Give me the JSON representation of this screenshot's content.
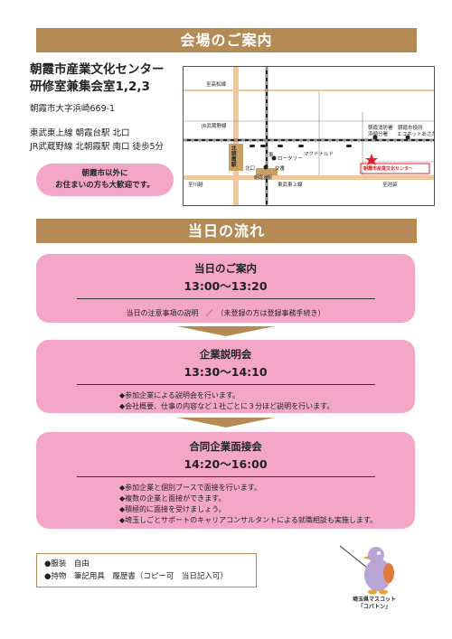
{
  "venue_section": {
    "heading": "会場のご案内",
    "name_line1": "朝霞市産業文化センター",
    "name_line2": "研修室兼集会室1,2,3",
    "address": "朝霞市大字浜崎669-1",
    "access_line1": "東武東上線 朝霞台駅 北口",
    "access_line2": "JR武蔵野線 北朝霞駅 南口 徒歩5分",
    "welcome_line1": "朝霞市以外に",
    "welcome_line2": "お住まいの方も大歓迎です。"
  },
  "map": {
    "labels": {
      "road_top": "至高松線",
      "jr_line": "JR武蔵野線",
      "kita_asaka": "北朝霞駅",
      "east_label": "東",
      "rotary": "ロータリー",
      "mcdonalds": "マクドナルド",
      "north_exit": "北口",
      "koban": "交番",
      "asakadai": "朝霞台駅",
      "tobu_line": "東武東上線",
      "road_left": "至川越",
      "road_right": "至池袋",
      "fire_station": "朝霞消防署",
      "fire_branch": "浜崎分署",
      "water": "朝霞市役所",
      "ecotown": "エコネットあさか",
      "venue": "朝霞市産業文化センター"
    },
    "colors": {
      "road": "#f0c8a0",
      "station": "#c9a063",
      "star": "#e0202a"
    }
  },
  "flow_section": {
    "heading": "当日の流れ",
    "steps": [
      {
        "title": "当日のご案内",
        "time": "13:00〜13:20",
        "note": "当日の注意事項の説明　／　（未登録の方は登録事務手続き）"
      },
      {
        "title": "企業説明会",
        "time": "13:30〜14:10",
        "lines": [
          "◆参加企業による説明会を行います。",
          "◆会社概要、仕事の内容など１社ごとに３分ほど説明を行います。"
        ]
      },
      {
        "title": "合同企業面接会",
        "time": "14:20〜16:00",
        "lines": [
          "◆参加企業と個別ブースで面接を行います。",
          "◆複数の企業と面接ができます。",
          "◆積極的に面接を受けましょう。",
          "◆埼玉しごとサポートのキャリアコンサルタントによる就職相談も実施します。"
        ]
      }
    ]
  },
  "belongings": {
    "line1": "●服装　自由",
    "line2": "●持物　筆記用具　履歴書（コピー可　当日記入可）"
  },
  "mascot": {
    "label1": "埼玉県マスコット",
    "label2": "「コバトン」"
  },
  "colors": {
    "band": "#b48a55",
    "pink": "#f4a6c6"
  }
}
